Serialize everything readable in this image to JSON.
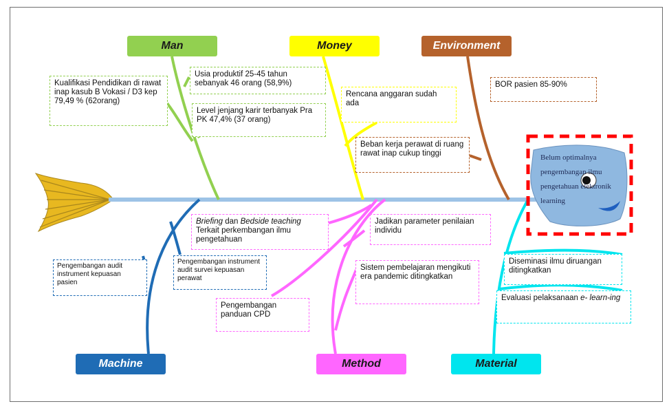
{
  "categories": {
    "man": {
      "label": "Man",
      "color": "#92d050",
      "text_color": "#1a1a1a"
    },
    "money": {
      "label": "Money",
      "color": "#ffff00",
      "text_color": "#1a1a1a"
    },
    "environment": {
      "label": "Environment",
      "color": "#b5622c",
      "text_color": "#ffffff"
    },
    "machine": {
      "label": "Machine",
      "color": "#1f6cb5",
      "text_color": "#ffffff"
    },
    "method": {
      "label": "Method",
      "color": "#ff66ff",
      "text_color": "#1a1a1a"
    },
    "material": {
      "label": "Material",
      "color": "#00e5ee",
      "text_color": "#1a1a1a"
    }
  },
  "causes": {
    "man_1": "Kualifikasi Pendidikan di rawat inap kasub B Vokasi / D3 kep 79,49 % (62orang)",
    "man_2": "Usia produktif 25-45 tahun sebanyak 46 orang (58,9%)",
    "man_3": "Level jenjang karir  terbanyak Pra PK 47,4% (37 orang)",
    "money_1": "Rencana anggaran sudah ada",
    "environment_1": "BOR  pasien 85-90%",
    "environment_2": "Beban kerja perawat di ruang rawat inap cukup tinggi",
    "machine_1": "Pengembangan audit instrument kepuasan pasien",
    "machine_2": " Pengembangan instrument audit survei kepuasan perawat",
    "method_1_a": "Briefing",
    "method_1_b": " dan ",
    "method_1_c": "Bedside teaching",
    "method_1_d": " Terkait perkembangan ilmu pengetahuan",
    "method_2": "Jadikan parameter penilaian individu",
    "method_3": "Sistem pembelajaran mengikuti era pandemic ditingkatkan",
    "method_4": "Pengembangan panduan CPD",
    "material_1": "Diseminasi ilmu diruangan ditingkatkan",
    "material_2_a": "Evaluasi pelaksanaan ",
    "material_2_b": "e- learn-ing"
  },
  "problem": "Belum optimalnya pengembangan ilmu pengetahuan elektronik learning",
  "colors": {
    "spine": "#9dc3e6",
    "problem_border": "#ff0000",
    "fish_head": "#8fb8e0",
    "fish_tail": "#e8b820"
  }
}
